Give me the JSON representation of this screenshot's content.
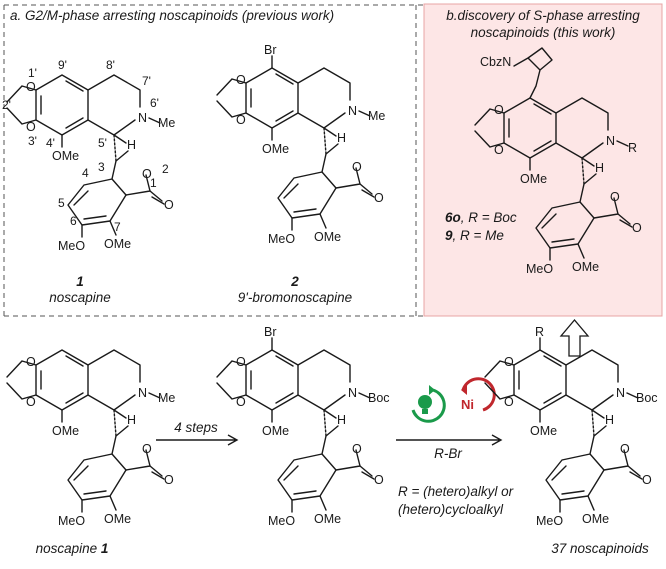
{
  "panel_a": {
    "title": "a. G2/M-phase arresting noscapinoids (previous work)"
  },
  "panel_b": {
    "title_line1": "b.discovery of S-phase arresting",
    "title_line2": "noscapinoids (this work)",
    "bg_color": "#fde6e6",
    "border_color": "#e8a4a4"
  },
  "labels": {
    "o": "O",
    "n": "N",
    "h": "H",
    "me": "Me",
    "ome": "OMe",
    "meo": "MeO",
    "boc": "Boc",
    "br": "Br",
    "r": "R",
    "cbzn": "CbzN",
    "r_label": "R"
  },
  "atom_numbers": {
    "n1p": "1'",
    "n2p": "2'",
    "n3p": "3'",
    "n4p": "4'",
    "n5p": "5'",
    "n6p": "6'",
    "n7p": "7'",
    "n8p": "8'",
    "n9p": "9'",
    "n1": "1",
    "n2": "2",
    "n3": "3",
    "n4": "4",
    "n5": "5",
    "n6": "6",
    "n7": "7"
  },
  "compounds": {
    "c1_num": "1",
    "c1_name": "noscapine",
    "c2_num": "2",
    "c2_name": "9'-bromonoscapine",
    "c6o_num": "6o",
    "c6o_rest": ", R = Boc",
    "c9_num": "9",
    "c9_rest": ", R = Me",
    "bottom_start_name": "noscapine ",
    "bottom_start_num": "1",
    "bottom_end": "37 noscapinoids"
  },
  "scheme": {
    "step1": "4 steps",
    "reagent": "R-Br",
    "r_def_line1": "R = (hetero)alkyl or",
    "r_def_line2": "(hetero)cycloalkyl",
    "ni": "Ni",
    "light_color": "#1a9a4a",
    "ni_color": "#c0272d"
  }
}
